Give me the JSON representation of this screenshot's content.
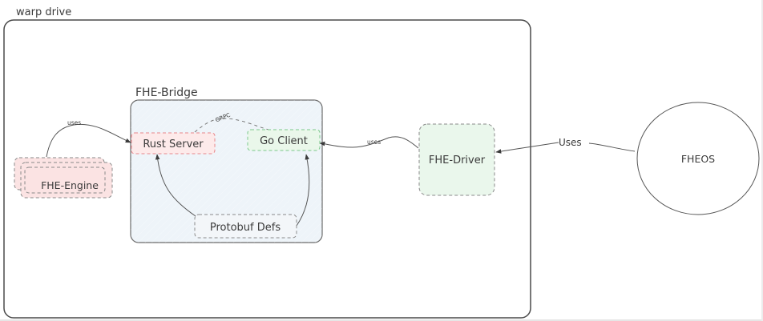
{
  "diagram": {
    "frame": {
      "label": "warp drive"
    },
    "groups": [
      {
        "id": "fhe-bridge",
        "label": "FHE-Bridge",
        "fill": "#eef4f9",
        "stroke": "#6b6b6b"
      }
    ],
    "nodes": [
      {
        "id": "rust-server",
        "label": "Rust Server",
        "fill": "#fdeaea",
        "stroke": "#e8868a",
        "text_color": "#e0484f",
        "style": "dashed"
      },
      {
        "id": "go-client",
        "label": "Go Client",
        "fill": "#eaf7ea",
        "stroke": "#7cc88a",
        "text_color": "#3fa34d",
        "style": "dashed"
      },
      {
        "id": "protobuf-defs",
        "label": "Protobuf Defs",
        "fill": "#f3f6f9",
        "stroke": "#8a8a8a",
        "text_color": "#444444",
        "style": "dashed"
      },
      {
        "id": "fhe-engine",
        "label": "FHE-Engine",
        "fill": "#fbe3e3",
        "stroke": "#8a8a8a",
        "text_color": "#444444",
        "style": "dashed-stacked"
      },
      {
        "id": "fhe-driver",
        "label": "FHE-Driver",
        "fill": "#eaf7ec",
        "stroke": "#8a8a8a",
        "text_color": "#444444",
        "style": "dashed"
      },
      {
        "id": "fheos",
        "label": "FHEOS",
        "fill": "#ffffff",
        "stroke": "#555555",
        "text_color": "#444444",
        "style": "ellipse"
      }
    ],
    "edges": [
      {
        "from": "fhe-engine",
        "to": "rust-server",
        "label": "uses",
        "style": "solid"
      },
      {
        "from": "rust-server",
        "to": "go-client",
        "label": "GRPC",
        "style": "dashed"
      },
      {
        "from": "protobuf-defs",
        "to": "rust-server",
        "label": "",
        "style": "solid"
      },
      {
        "from": "protobuf-defs",
        "to": "go-client",
        "label": "",
        "style": "solid"
      },
      {
        "from": "fhe-driver",
        "to": "go-client",
        "label": "uses",
        "style": "solid"
      },
      {
        "from": "fheos",
        "to": "fhe-driver",
        "label": "Uses",
        "style": "solid"
      }
    ]
  }
}
